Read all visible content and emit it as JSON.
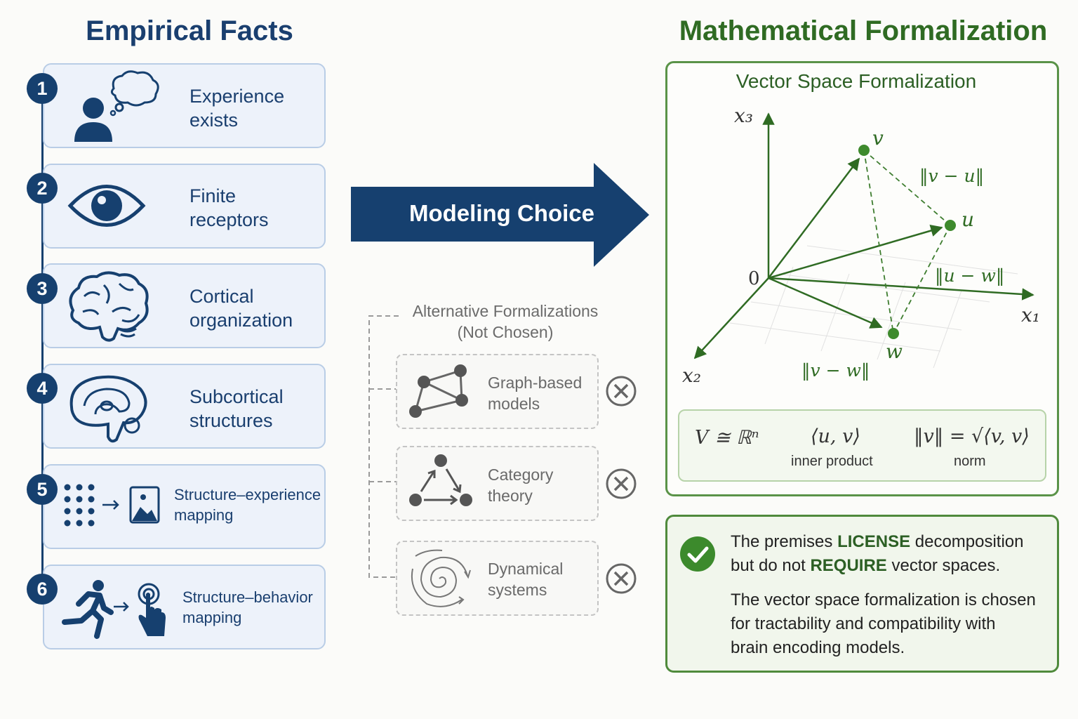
{
  "left": {
    "title": "Empirical Facts",
    "facts": [
      {
        "num": "1",
        "line1": "Experience",
        "line2": "exists",
        "icon": "person-thinking-icon"
      },
      {
        "num": "2",
        "line1": "Finite",
        "line2": "receptors",
        "icon": "eye-icon"
      },
      {
        "num": "3",
        "line1": "Cortical",
        "line2": "organization",
        "icon": "brain-icon"
      },
      {
        "num": "4",
        "line1": "Subcortical",
        "line2": "structures",
        "icon": "brain-section-icon"
      },
      {
        "num": "5",
        "line1": "Structure–experience",
        "line2": "mapping",
        "icon": "dots-to-image-icon"
      },
      {
        "num": "6",
        "line1": "Structure–behavior",
        "line2": "mapping",
        "icon": "runner-to-touch-icon"
      }
    ]
  },
  "arrow": {
    "label": "Modeling Choice"
  },
  "alternatives": {
    "title_line1": "Alternative Formalizations",
    "title_line2": "(Not Chosen)",
    "items": [
      {
        "line1": "Graph-based",
        "line2": "models",
        "icon": "graph-icon"
      },
      {
        "line1": "Category",
        "line2": "theory",
        "icon": "category-triangle-icon"
      },
      {
        "line1": "Dynamical",
        "line2": "systems",
        "icon": "spiral-icon"
      }
    ]
  },
  "right": {
    "title": "Mathematical Formalization",
    "panel_title": "Vector Space Formalization",
    "diagram": {
      "origin": "0",
      "axis_x1": "x₁",
      "axis_x2": "x₂",
      "axis_x3": "x₃",
      "vec_v": "v",
      "vec_u": "u",
      "vec_w": "w",
      "dist_vu": "‖v − u‖",
      "dist_uw": "‖u − w‖",
      "dist_vw": "‖v − w‖"
    },
    "formulas": {
      "space": "V ≅ ℝⁿ",
      "inner": "⟨u, v⟩",
      "inner_label": "inner product",
      "norm": "‖v‖ = √⟨v, v⟩",
      "norm_label": "norm"
    },
    "conclusion": {
      "p1_a": "The premises ",
      "p1_b": "LICENSE",
      "p1_c": " decomposition",
      "p1_d": "but do not ",
      "p1_e": "REQUIRE",
      "p1_f": " vector spaces.",
      "p2_l1": "The vector space formalization is chosen",
      "p2_l2": "for tractability and compatibility with",
      "p2_l3": "brain encoding models."
    }
  },
  "colors": {
    "navy": "#16406f",
    "green": "#3e7d2f",
    "gray": "#6b6b6b"
  }
}
